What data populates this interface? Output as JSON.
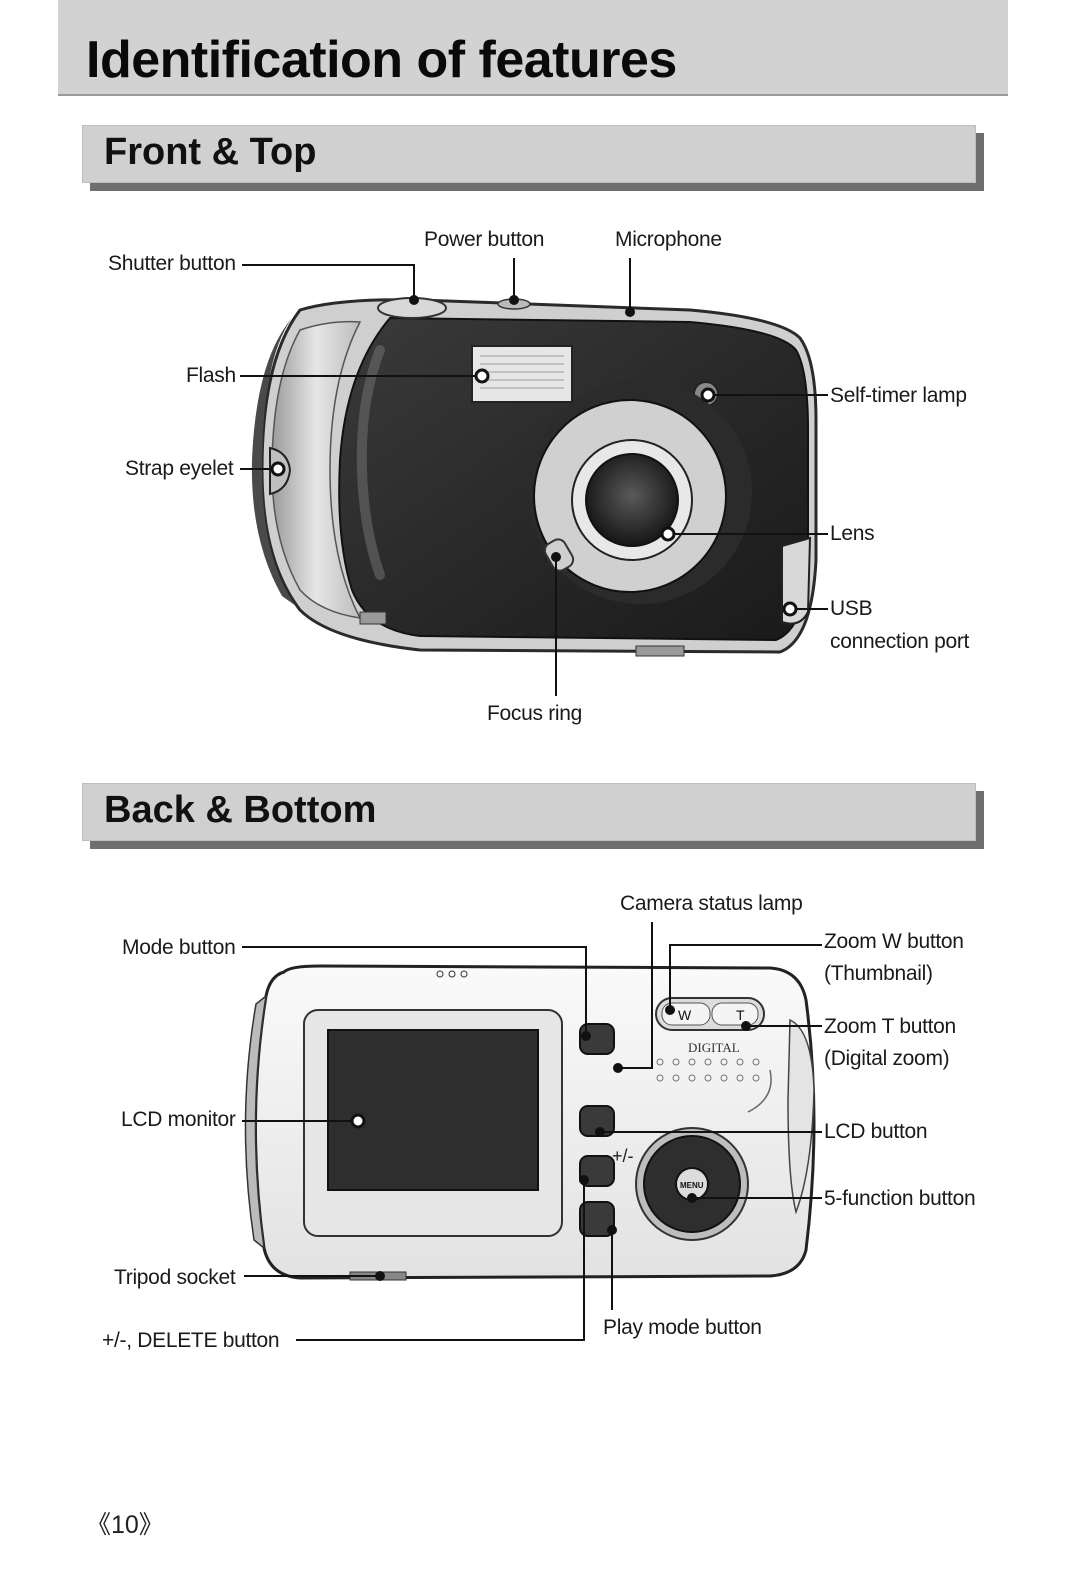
{
  "page": {
    "title": "Identification of features",
    "page_number": "《10》"
  },
  "front_top": {
    "heading": "Front & Top",
    "labels": {
      "shutter_button": "Shutter button",
      "power_button": "Power button",
      "microphone": "Microphone",
      "flash": "Flash",
      "self_timer_lamp": "Self-timer lamp",
      "strap_eyelet": "Strap eyelet",
      "lens": "Lens",
      "usb_line1": "USB",
      "usb_line2": "connection port",
      "focus_ring": "Focus ring"
    }
  },
  "back_bottom": {
    "heading": "Back & Bottom",
    "labels": {
      "camera_status_lamp": "Camera status lamp",
      "mode_button": "Mode button",
      "zoom_w_line1": "Zoom W button",
      "zoom_w_line2": "(Thumbnail)",
      "zoom_t_line1": "Zoom T button",
      "zoom_t_line2": "(Digital zoom)",
      "lcd_monitor": "LCD monitor",
      "lcd_button": "LCD button",
      "five_function_button": "5-function button",
      "tripod_socket": "Tripod socket",
      "delete_button": "+/-, DELETE button",
      "play_mode_button": "Play mode button"
    },
    "camera_markings": {
      "w": "W",
      "t": "T",
      "digital": "DIGITAL",
      "menu": "MENU",
      "plus_minus": "+/-"
    }
  }
}
